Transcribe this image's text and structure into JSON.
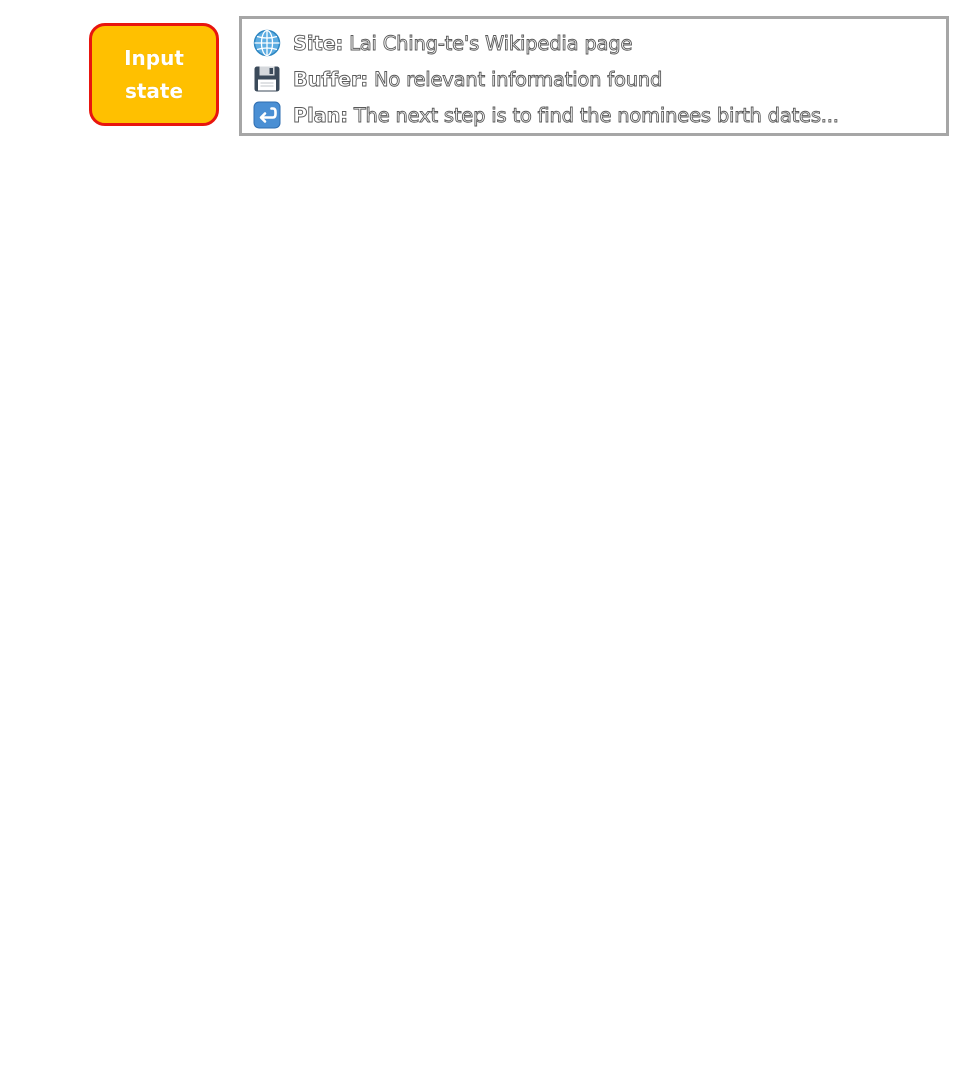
{
  "input_state": {
    "line1": "Input",
    "line2": "state"
  },
  "rows": [
    {
      "icon": "globe-icon",
      "key": "Site:",
      "value": " Lai Ching-te's Wikipedia page"
    },
    {
      "icon": "floppy-disk-icon",
      "key": "Buffer:",
      "value": " No relevant information found"
    },
    {
      "icon": "return-arrow-icon",
      "key": "Plan:",
      "value": " The next step is to find the nominees birth dates..."
    }
  ],
  "colors": {
    "input_fill": "#FFC000",
    "input_border": "#E8150E",
    "panel_border": "#A6A6A6"
  }
}
